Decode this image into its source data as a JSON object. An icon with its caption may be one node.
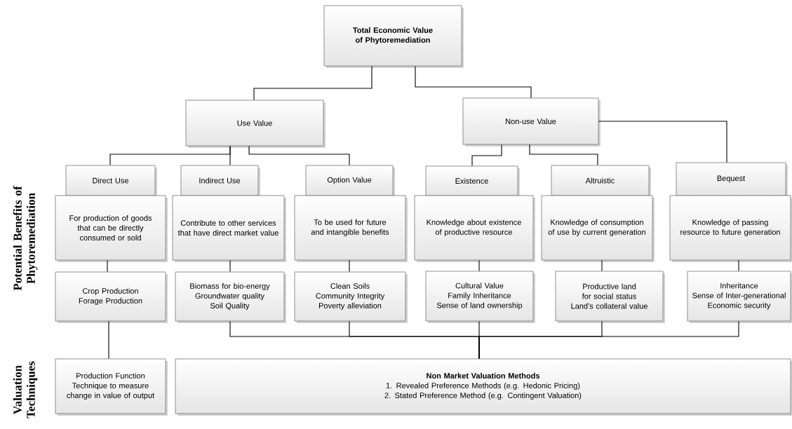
{
  "diagram": {
    "nodes": [
      {
        "text": [
          "Total Economic Value of Phytoremediation"
        ]
      },
      {
        "text": [
          "Use Value"
        ]
      },
      {
        "text": [
          "Non-use Value"
        ]
      },
      {
        "text": [
          "Direct Use"
        ]
      },
      {
        "text": [
          "Indirect Use"
        ]
      },
      {
        "text": [
          "Option Value"
        ]
      },
      {
        "text": [
          "Existence"
        ]
      },
      {
        "text": [
          "Altruistic"
        ]
      },
      {
        "text": [
          "Bequest"
        ]
      },
      {
        "text": [
          "For production of goods that can be directly consumed or sold"
        ]
      },
      {
        "text": [
          "Contribute to other services that have direct market value"
        ]
      },
      {
        "text": [
          "To be used for future and intangible benefits"
        ]
      },
      {
        "text": [
          "Knowledge about existence of productive resource"
        ]
      },
      {
        "text": [
          "Knowledge of consumption of use by current generation"
        ]
      },
      {
        "text": [
          "Knowledge of passing resource to future generation"
        ]
      },
      {
        "text": [
          "Crop Production",
          "Forage Production"
        ]
      },
      {
        "text": [
          "Biomass for bio-energy",
          "Groundwater quality",
          "Soil Quality"
        ]
      },
      {
        "text": [
          "Clean Soils",
          "Community Integrity",
          "Poverty alleviation"
        ]
      },
      {
        "text": [
          "Cultural Value",
          "Family Inheritance",
          "Sense of land ownership"
        ]
      },
      {
        "text": [
          "Productive land for social status",
          "Land’s collateral value"
        ]
      },
      {
        "text": [
          "Inheritance",
          "Sense of Inter-generational Economic security"
        ]
      },
      {
        "text": [
          "Production Function Technique to measure change in value of output"
        ]
      },
      {
        "text": [
          "Non Market Valuation Methods",
          "1. Revealed Preference Methods (e.g. Hedonic Pricing)",
          "2. Stated Preference Method (e.g. Contingent Valuation)"
        ]
      }
    ],
    "edges": [
      {
        "from": 0,
        "to": 1,
        "arrow": "none"
      },
      {
        "from": 0,
        "to": 2,
        "arrow": "none"
      },
      {
        "from": 1,
        "to": 3,
        "arrow": "none"
      },
      {
        "from": 1,
        "to": 4,
        "arrow": "none"
      },
      {
        "from": 1,
        "to": 5,
        "arrow": "none"
      },
      {
        "from": 2,
        "to": 6,
        "arrow": "none"
      },
      {
        "from": 2,
        "to": 7,
        "arrow": "none"
      },
      {
        "from": 2,
        "to": 8,
        "arrow": "none"
      },
      {
        "from": 9,
        "to": 15,
        "arrow": "none"
      },
      {
        "from": 10,
        "to": 16,
        "arrow": "none"
      },
      {
        "from": 11,
        "to": 17,
        "arrow": "none"
      },
      {
        "from": 12,
        "to": 18,
        "arrow": "none"
      },
      {
        "from": 13,
        "to": 19,
        "arrow": "none"
      },
      {
        "from": 14,
        "to": 20,
        "arrow": "none"
      },
      {
        "from": 15,
        "to": 21,
        "arrow": "none"
      },
      {
        "from": 16,
        "to": 22,
        "arrow": "none"
      },
      {
        "from": 17,
        "to": 22,
        "arrow": "none"
      },
      {
        "from": 18,
        "to": 22,
        "arrow": "none"
      },
      {
        "from": 19,
        "to": 22,
        "arrow": "none"
      },
      {
        "from": 20,
        "to": 22,
        "arrow": "none"
      }
    ],
    "labels": [
      "Potential Benefits of Phytoremediation",
      "Valuation Techniques"
    ]
  }
}
